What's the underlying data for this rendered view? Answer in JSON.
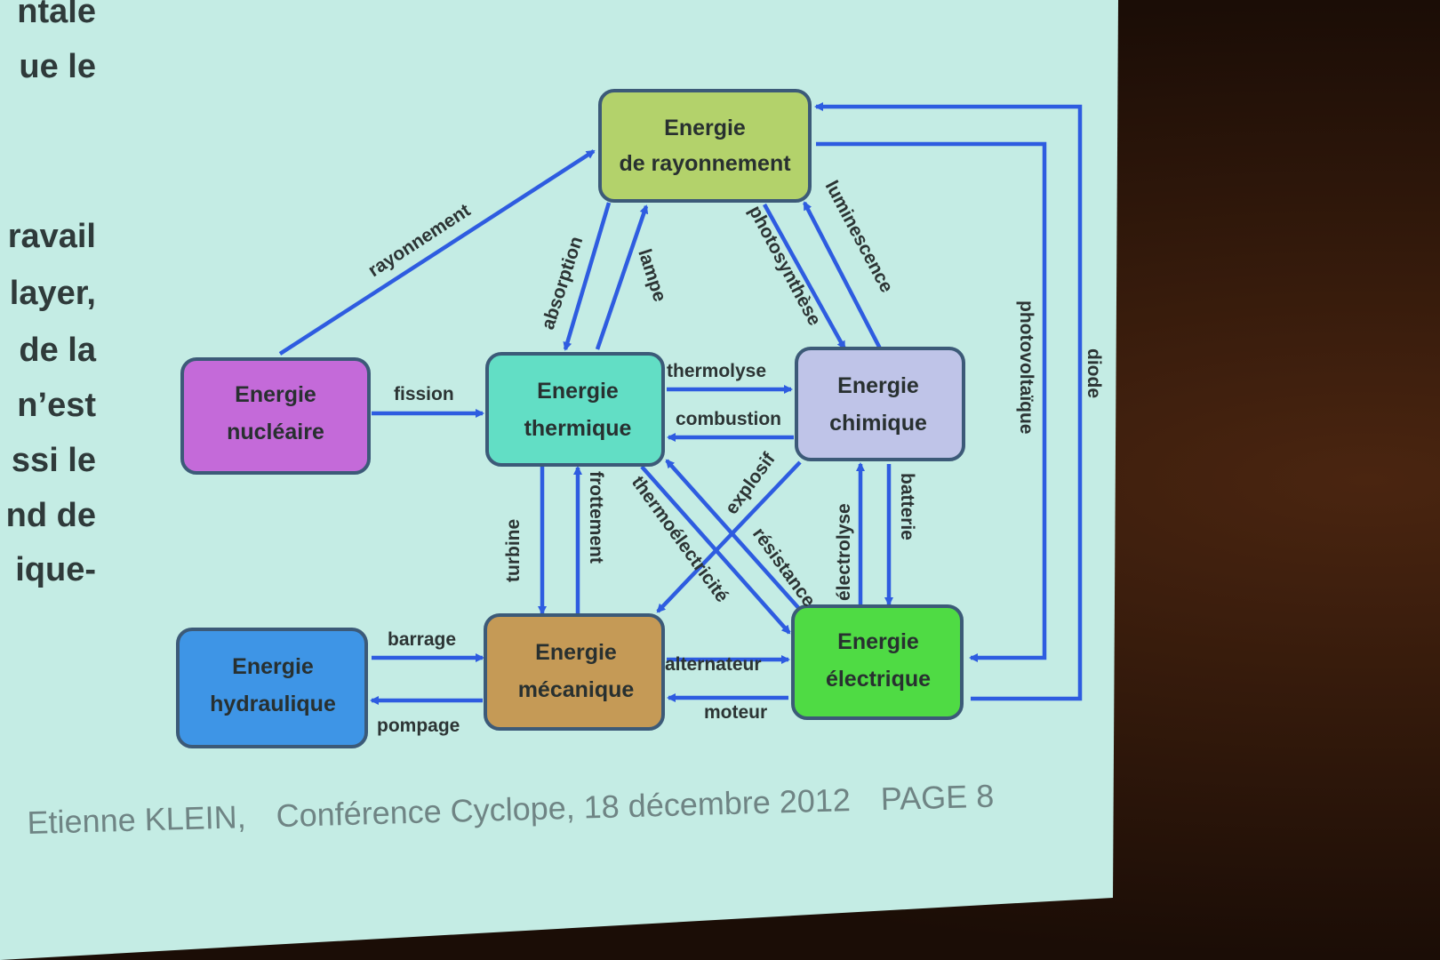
{
  "left_text_fragments": [
    "ntale",
    "ue  le",
    "ravail",
    "layer,",
    "de  la",
    "n’est",
    "ssi  le",
    "nd de",
    "ique-"
  ],
  "boxes": {
    "rayonnement": {
      "line1": "Energie",
      "line2": "de rayonnement",
      "color": "#b3d26b"
    },
    "nucleaire": {
      "line1": "Energie",
      "line2": "nucléaire",
      "color": "#c46ad9"
    },
    "thermique": {
      "line1": "Energie",
      "line2": "thermique",
      "color": "#62dec5"
    },
    "chimique": {
      "line1": "Energie",
      "line2": "chimique",
      "color": "#bfc4e8"
    },
    "hydraulique": {
      "line1": "Energie",
      "line2": "hydraulique",
      "color": "#3e95e6"
    },
    "mecanique": {
      "line1": "Energie",
      "line2": "mécanique",
      "color": "#c59a56"
    },
    "electrique": {
      "line1": "Energie",
      "line2": "électrique",
      "color": "#4fdb44"
    }
  },
  "arrow_labels": {
    "rayonnement": "rayonnement",
    "fission": "fission",
    "absorption": "absorption",
    "lampe": "lampe",
    "photosynthese": "photosynthèse",
    "luminescence": "luminescence",
    "thermolyse": "thermolyse",
    "combustion": "combustion",
    "turbine": "turbine",
    "frottement": "frottement",
    "thermoelectricite": "thermoélectricité",
    "explosif": "explosif",
    "resistance": "résistance",
    "electrolyse": "électrolyse",
    "batterie": "batterie",
    "photovoltaique": "photovoltaïque",
    "diode": "diode",
    "barrage": "barrage",
    "pompage": "pompage",
    "alternateur": "alternateur",
    "moteur": "moteur"
  },
  "footer": {
    "author": "Etienne KLEIN,",
    "event": "Conférence Cyclope, 18 décembre 2012",
    "page": "PAGE 8"
  },
  "colors": {
    "slide_bg": "#c4ece4",
    "arrow": "#2e5ce0",
    "box_border": "#3c5a78"
  }
}
